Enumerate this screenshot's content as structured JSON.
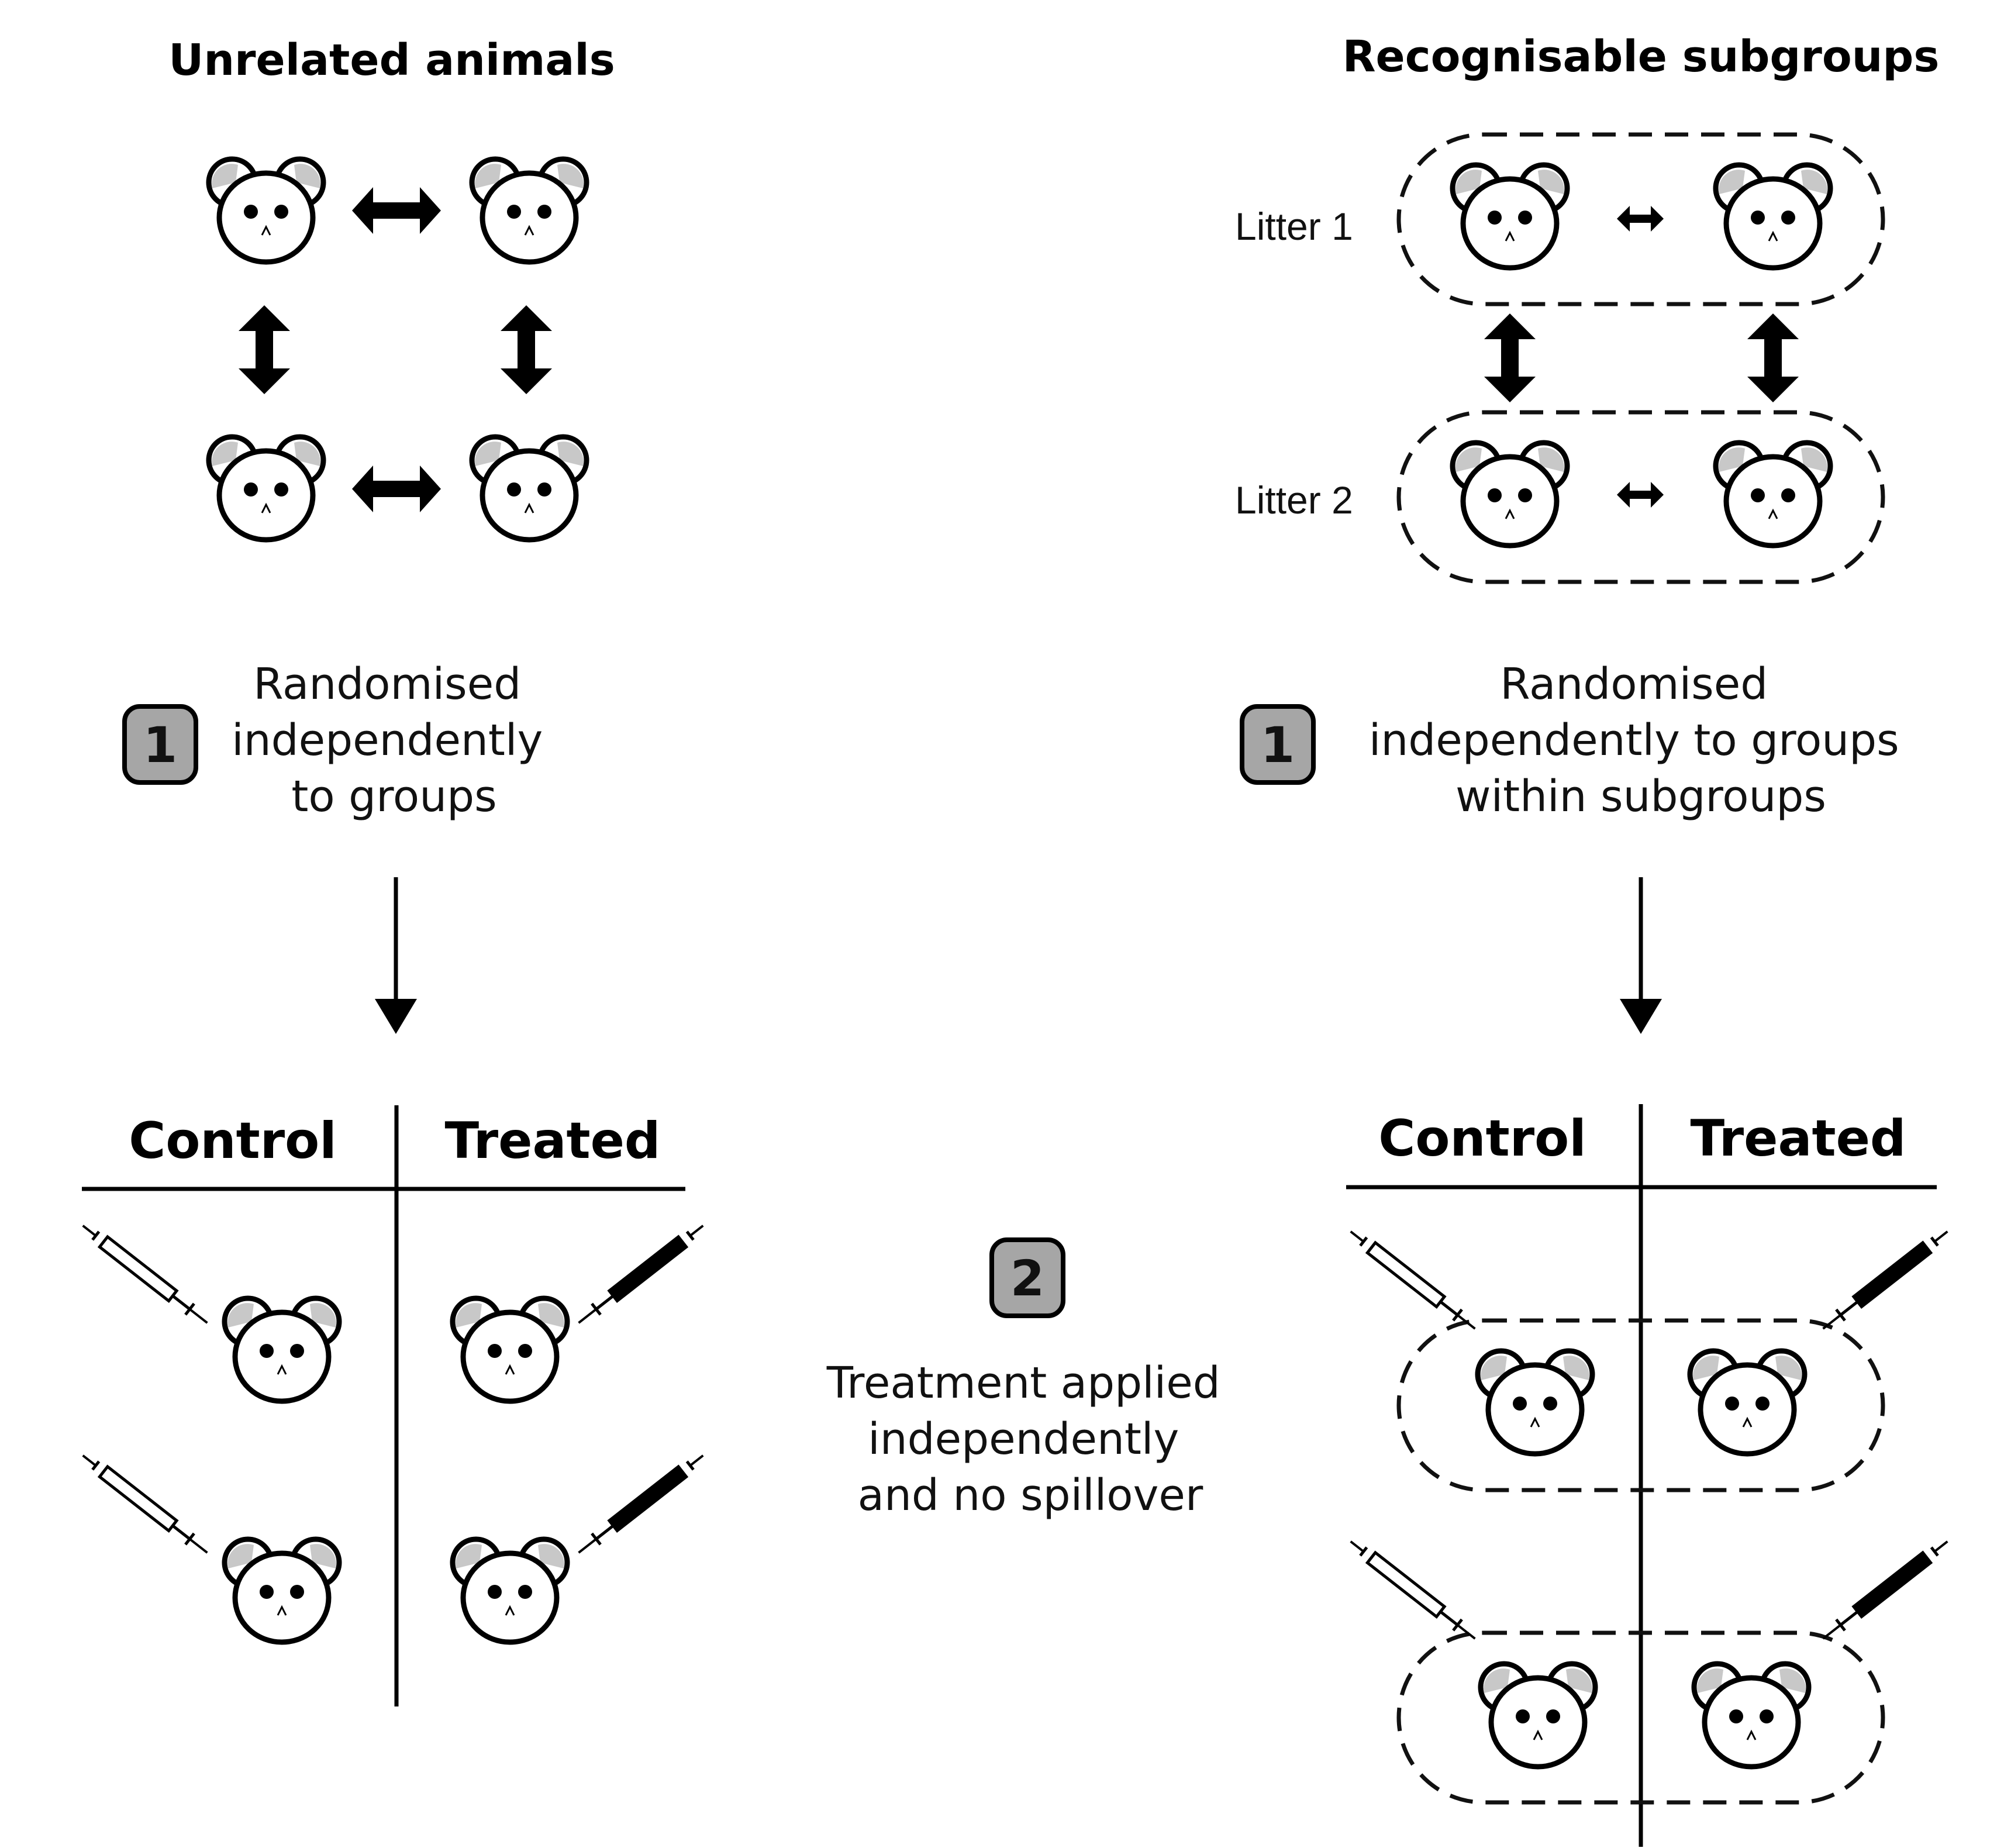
{
  "left": {
    "title": "Unrelated animals",
    "step1_badge": "1",
    "step1_lines": [
      "Randomised",
      "independently",
      "to groups"
    ],
    "table": {
      "control": "Control",
      "treated": "Treated"
    }
  },
  "right": {
    "title": "Recognisable subgroups",
    "litter1": "Litter 1",
    "litter2": "Litter 2",
    "step1_badge": "1",
    "step1_lines": [
      "Randomised",
      "independently to groups",
      "within subgroups"
    ],
    "table": {
      "control": "Control",
      "treated": "Treated"
    }
  },
  "middle": {
    "step2_badge": "2",
    "step2_lines": [
      "Treatment applied",
      "independently",
      "and no spillover"
    ]
  },
  "icons": [
    "mouse-icon",
    "double-arrow-icon",
    "syringe-icon",
    "down-arrow-icon"
  ],
  "colors": {
    "ink": "#000000",
    "ear_shade": "#c8c8c8",
    "badge_fill": "#a6a6a6",
    "syringe_control": "#ffffff",
    "syringe_treated": "#000000"
  }
}
